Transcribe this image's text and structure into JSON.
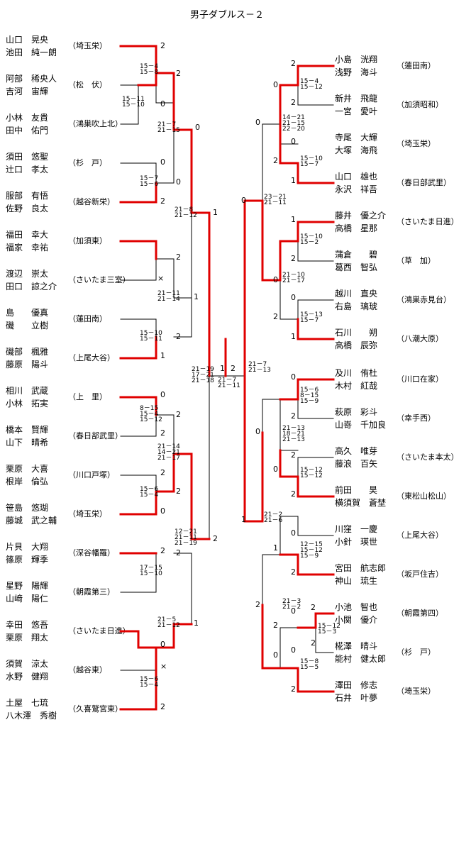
{
  "title": "男子ダブルス－２",
  "left": [
    {
      "p1": "山口　晃央",
      "p2": "池田　純一朗",
      "club": "（埼玉栄）"
    },
    {
      "p1": "阿部　稀央人",
      "p2": "吉河　宙輝",
      "club": "（松　伏）"
    },
    {
      "p1": "小林　友貴",
      "p2": "田中　佑門",
      "club": "（鴻巣吹上北）"
    },
    {
      "p1": "須田　悠聖",
      "p2": "辻口　孝太",
      "club": "（杉　戸）"
    },
    {
      "p1": "服部　有悟",
      "p2": "佐野　良太",
      "club": "（越谷新栄）"
    },
    {
      "p1": "福田　幸大",
      "p2": "福家　幸祐",
      "club": "（加須東）"
    },
    {
      "p1": "渡辺　崇太",
      "p2": "田口　諒之介",
      "club": "（さいたま三室）"
    },
    {
      "p1": "島　　優真",
      "p2": "磯　　立樹",
      "club": "（蓮田南）"
    },
    {
      "p1": "磯部　楓雅",
      "p2": "藤原　陽斗",
      "club": "（上尾大谷）"
    },
    {
      "p1": "相川　武蔵",
      "p2": "小林　拓実",
      "club": "（上　里）"
    },
    {
      "p1": "橋本　賢輝",
      "p2": "山下　晴希",
      "club": "（春日部武里）"
    },
    {
      "p1": "栗原　大喜",
      "p2": "根岸　倫弘",
      "club": "（川口戸塚）"
    },
    {
      "p1": "笹島　悠瑚",
      "p2": "藤城　武之輔",
      "club": "（埼玉栄）"
    },
    {
      "p1": "片貝　大翔",
      "p2": "篠原　輝季",
      "club": "（深谷幡羅）"
    },
    {
      "p1": "星野　陽輝",
      "p2": "山﨑　陽仁",
      "club": "（朝霞第三）"
    },
    {
      "p1": "幸田　悠吾",
      "p2": "栗原　翔太",
      "club": "（さいたま日進）"
    },
    {
      "p1": "須賀　涼太",
      "p2": "水野　健翔",
      "club": "（越谷東）"
    },
    {
      "p1": "土屋　七琉",
      "p2": "八木澤　秀樹",
      "club": "（久喜鷲宮東）"
    }
  ],
  "right": [
    {
      "p1": "小島　洸翔",
      "p2": "浅野　海斗",
      "club": "（蓮田南）"
    },
    {
      "p1": "新井　飛龍",
      "p2": "一宮　愛叶",
      "club": "（加須昭和）"
    },
    {
      "p1": "寺尾　大輝",
      "p2": "大塚　海飛",
      "club": "（埼玉栄）"
    },
    {
      "p1": "山口　雄也",
      "p2": "永沢　祥吾",
      "club": "（春日部武里）"
    },
    {
      "p1": "藤井　優之介",
      "p2": "高橋　星那",
      "club": "（さいたま日進）"
    },
    {
      "p1": "蒲倉　　碧",
      "p2": "葛西　智弘",
      "club": "（草　加）"
    },
    {
      "p1": "越川　直央",
      "p2": "右島　璃琥",
      "club": "（鴻巣赤見台）"
    },
    {
      "p1": "石川　　朔",
      "p2": "高橋　辰弥",
      "club": "（八潮大原）"
    },
    {
      "p1": "及川　侑杜",
      "p2": "木村　紅哉",
      "club": "（川口在家）"
    },
    {
      "p1": "萩原　彩斗",
      "p2": "山嵜　千加良",
      "club": "（幸手西）"
    },
    {
      "p1": "高久　唯芽",
      "p2": "藤浪　百矢",
      "club": "（さいたま本太）"
    },
    {
      "p1": "前田　　昊",
      "p2": "横須賀　蒼埜",
      "club": "（東松山松山）"
    },
    {
      "p1": "川窪　一慶",
      "p2": "小針　瑛世",
      "club": "（上尾大谷）"
    },
    {
      "p1": "宮田　航志郎",
      "p2": "神山　琉生",
      "club": "（坂戸住吉）"
    },
    {
      "p1": "小池　智也",
      "p2": "小関　優介",
      "club": "（朝霞第四）"
    },
    {
      "p1": "椛澤　晴斗",
      "p2": "能村　健太郎",
      "club": "（杉　戸）"
    },
    {
      "p1": "澤田　修志",
      "p2": "石井　叶夢",
      "club": "（埼玉栄）"
    }
  ],
  "scores": [
    "2",
    "0",
    "2",
    "0",
    "2",
    "×",
    "0",
    "2",
    "1",
    "2",
    "1",
    "0",
    "2",
    "2",
    "2",
    "2",
    "0",
    "2",
    "2",
    "0",
    "1",
    "×",
    "2",
    "0",
    "1",
    "2",
    "1",
    "2",
    "0",
    "1",
    "2",
    "0",
    "2",
    "0",
    "2",
    "0",
    "1",
    "1",
    "2",
    "0",
    "2",
    "0",
    "1",
    "0",
    "2",
    "0",
    "2",
    "0",
    "2",
    "0",
    "1",
    "2",
    "0",
    "2",
    "0",
    "2",
    "2",
    "2",
    "0",
    "2",
    "2"
  ],
  "game_scores": [
    "15－4",
    "15－8",
    "15－11",
    "15－10",
    "21－7",
    "21－15",
    "15－7",
    "15－6",
    "21－8",
    "21－12",
    "21－11",
    "21－14",
    "15－10",
    "15－11",
    "21－19",
    "17－21",
    "21－18",
    "8－15",
    "15－4",
    "15－12",
    "21－14",
    "14－21",
    "21－17",
    "15－6",
    "15－4",
    "12－21",
    "21－11",
    "21－19",
    "17－15",
    "15－10",
    "21－5",
    "21－12",
    "15－6",
    "15－4",
    "21－7",
    "21－11",
    "21－7",
    "21－13",
    "15－4",
    "15－12",
    "14－21",
    "21－15",
    "22－20",
    "15－10",
    "15－7",
    "23－21",
    "21－11",
    "15－10",
    "15－2",
    "21－10",
    "21－17",
    "15－13",
    "15－7",
    "15－6",
    "8－15",
    "15－9",
    "21－13",
    "18－21",
    "21－13",
    "15－12",
    "15－12",
    "21－2",
    "21－6",
    "12－15",
    "15－12",
    "15－9",
    "21－3",
    "21－2",
    "15－12",
    "15－3",
    "15－8",
    "15－5"
  ]
}
